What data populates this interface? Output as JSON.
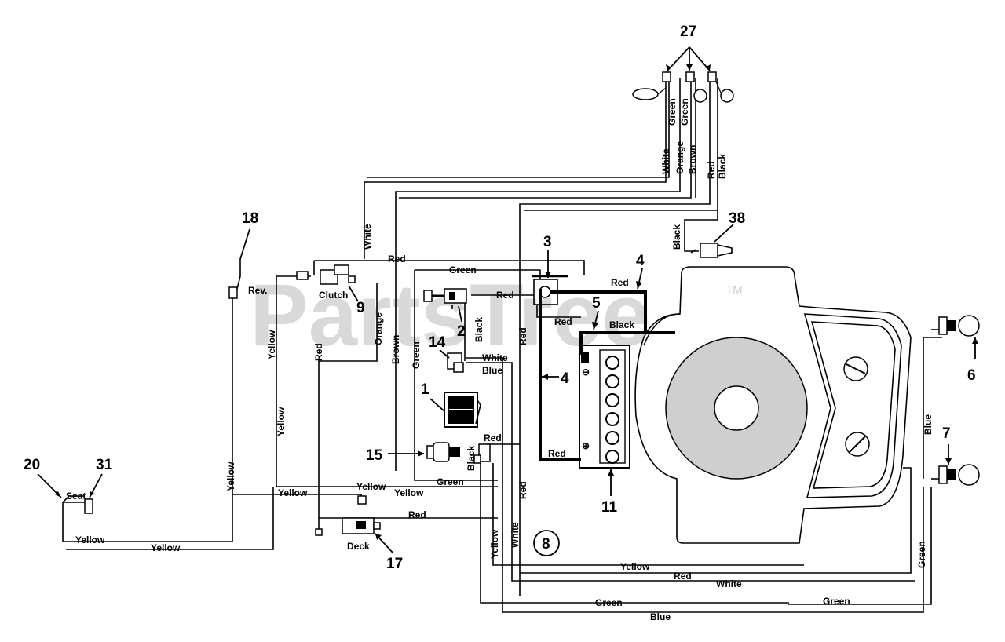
{
  "watermark": {
    "text": "PartsTree",
    "trademark": "TM"
  },
  "callouts": [
    "27",
    "18",
    "3",
    "4",
    "38",
    "5",
    "9",
    "2",
    "14",
    "1",
    "15",
    "11",
    "6",
    "7",
    "20",
    "31",
    "17",
    "8"
  ],
  "callout_4b": "4",
  "wire_labels": {
    "green_a": "Green",
    "green_b": "Green",
    "white_top": "White",
    "orange_top": "Orange",
    "brown_top": "Brown",
    "red_top": "Red",
    "black_top": "Black",
    "black_38": "Black",
    "white_v": "White",
    "red_h": "Red",
    "green_h": "Green",
    "red_2": "Red",
    "red_3": "Red",
    "red_4": "Red",
    "black_5": "Black",
    "black_2": "Black",
    "orange_v": "Orange",
    "brown_v": "Brown",
    "green_v": "Green",
    "red_v": "Red",
    "white_14": "White",
    "blue_14": "Blue",
    "red_15": "Red",
    "black_15": "Black",
    "yellow_l1": "Yellow",
    "yellow_l2": "Yellow",
    "yellow_l3": "Yellow",
    "red_l": "Red",
    "yellow_h1": "Yellow",
    "yellow_h2": "Yellow",
    "yellow_h3": "Yellow",
    "green_h2": "Green",
    "red_h2": "Red",
    "red_bat": "Red",
    "yellow_b1": "Yellow",
    "yellow_b2": "Yellow",
    "yellow_v4": "Yellow",
    "white_v2": "White",
    "red_v2": "Red",
    "yellow_bot": "Yellow",
    "red_bot": "Red",
    "white_bot": "White",
    "green_bot1": "Green",
    "green_bot2": "Green",
    "blue_bot": "Blue",
    "blue_r": "Blue",
    "green_r": "Green"
  },
  "component_labels": {
    "rev": "Rev.",
    "clutch": "Clutch",
    "seat": "Seat",
    "deck": "Deck"
  }
}
